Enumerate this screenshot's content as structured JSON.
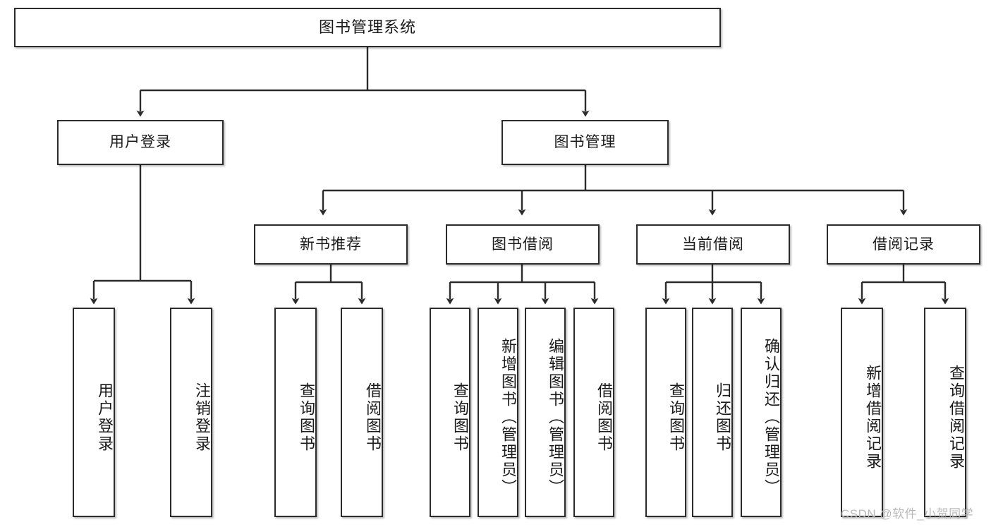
{
  "diagram": {
    "title": "图书管理系统",
    "type": "tree",
    "watermark": "CSDN @软件_小贺同学",
    "colors": {
      "box_border": "#2b2b2b",
      "box_fill": "#ffffff",
      "connector": "#2b2b2b",
      "text": "#1a1a1a",
      "watermark": "#b9b9b9"
    },
    "nodes": {
      "root": {
        "label": "图书管理系统"
      },
      "level2": [
        {
          "id": "user-login",
          "label": "用户登录"
        },
        {
          "id": "book-manage",
          "label": "图书管理"
        }
      ],
      "level3": [
        {
          "id": "new-book-recommend",
          "label": "新书推荐"
        },
        {
          "id": "book-borrow",
          "label": "图书借阅"
        },
        {
          "id": "current-borrow",
          "label": "当前借阅"
        },
        {
          "id": "borrow-record",
          "label": "借阅记录"
        }
      ],
      "leaves": {
        "user-login": [
          {
            "id": "leaf-user-login",
            "label": "用户登录"
          },
          {
            "id": "leaf-logout-login",
            "label": "注销登录"
          }
        ],
        "new-book-recommend": [
          {
            "id": "leaf-query-book-1",
            "label": "查询图书"
          },
          {
            "id": "leaf-borrow-book-1",
            "label": "借阅图书"
          }
        ],
        "book-borrow": [
          {
            "id": "leaf-query-book-2",
            "label": "查询图书"
          },
          {
            "id": "leaf-add-book",
            "label": "新增图书（管理员）"
          },
          {
            "id": "leaf-edit-book",
            "label": "编辑图书（管理员）"
          },
          {
            "id": "leaf-borrow-book-2",
            "label": "借阅图书"
          }
        ],
        "current-borrow": [
          {
            "id": "leaf-query-book-3",
            "label": "查询图书"
          },
          {
            "id": "leaf-return-book",
            "label": "归还图书"
          },
          {
            "id": "leaf-confirm-return",
            "label": "确认归还（管理员）"
          }
        ],
        "borrow-record": [
          {
            "id": "leaf-add-borrow-record",
            "label": "新增借阅记录"
          },
          {
            "id": "leaf-query-borrow-record",
            "label": "查询借阅记录"
          }
        ]
      }
    }
  }
}
